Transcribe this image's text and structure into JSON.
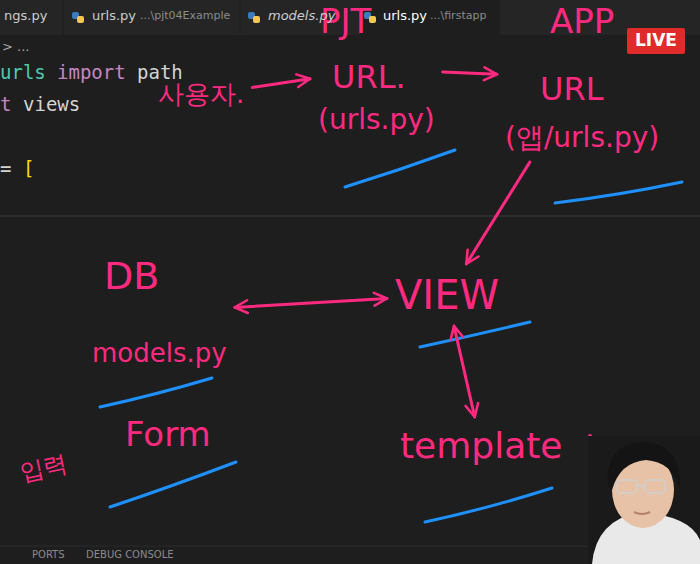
{
  "diagram": {
    "nodes": [
      {
        "text": [
          "사용자."
        ]
      },
      {
        "text": [
          "PJT",
          "URL.",
          "(urls.py)"
        ]
      },
      {
        "text": [
          "APP",
          "URL",
          "(앱/urls.py)"
        ]
      },
      {
        "text": [
          "VIEW"
        ]
      },
      {
        "text": [
          "template"
        ]
      },
      {
        "text": [
          "DB",
          "models.py"
        ]
      }
    ],
    "edges": [
      {
        "from": 0,
        "to": 1,
        "arrow": "to"
      },
      {
        "from": 1,
        "to": 2,
        "arrow": "to"
      },
      {
        "from": 2,
        "to": 3,
        "arrow": "to"
      },
      {
        "from": 3,
        "to": 4,
        "arrow": "both"
      },
      {
        "from": 5,
        "to": 3,
        "arrow": "both"
      }
    ],
    "labels": [
      "ngs.py",
      "urls.py",
      "...\\pjt04Example",
      "models.py",
      "urls.py",
      "...\\firstapp",
      "> ...",
      "urls",
      "import",
      "path",
      "t",
      "views",
      "=",
      "[",
      "LIVE",
      "Form",
      "입력",
      "PORTS",
      "DEBUG CONSOLE"
    ]
  }
}
